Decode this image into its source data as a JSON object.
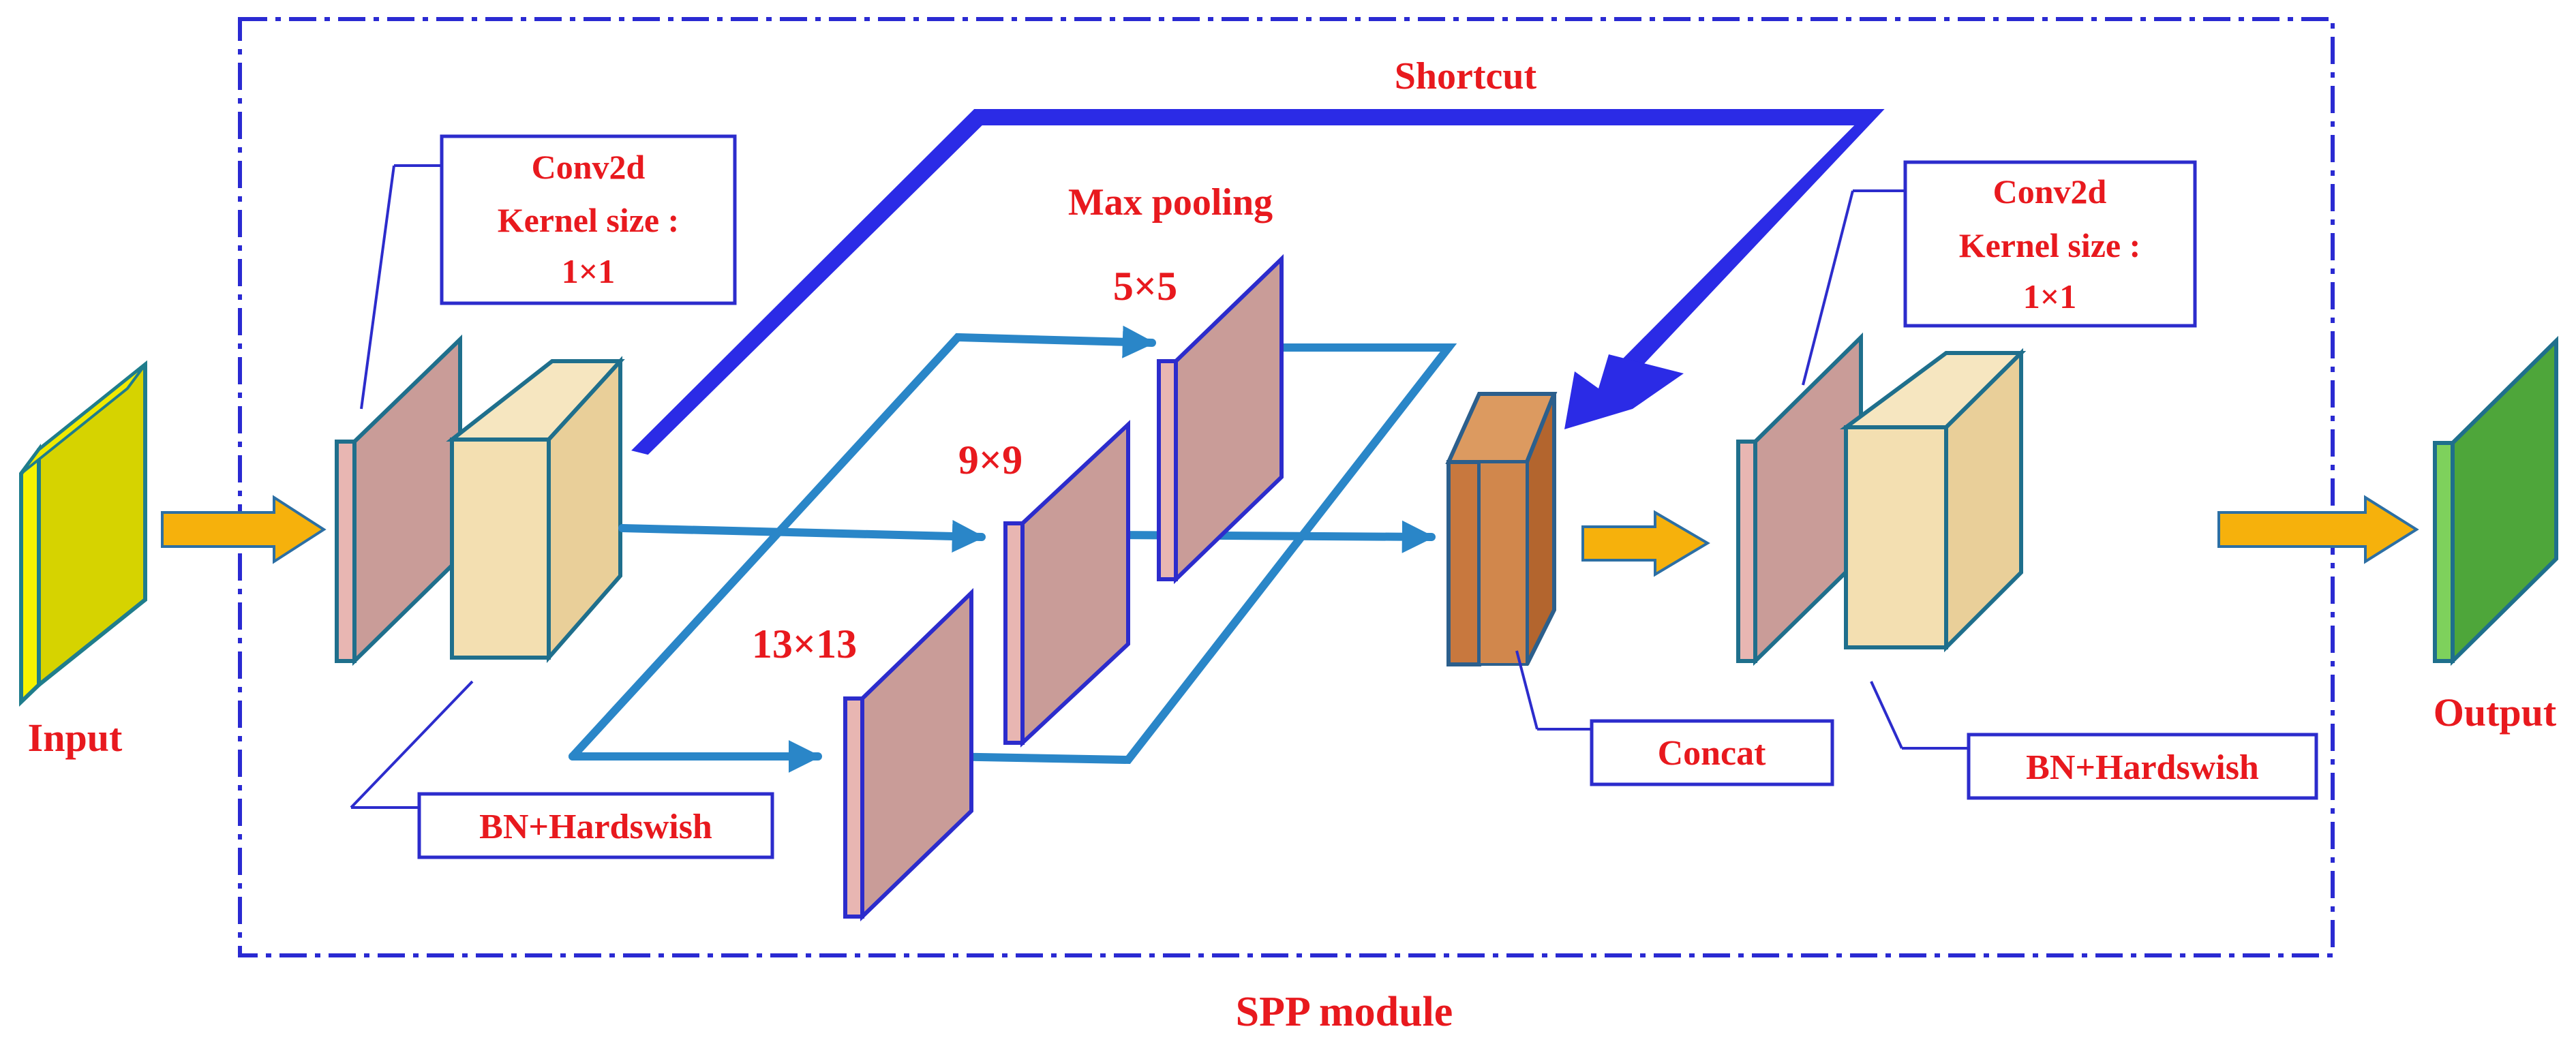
{
  "labels": {
    "input": "Input",
    "output": "Output",
    "shortcut": "Shortcut",
    "max_pooling": "Max pooling",
    "pool_5": "5×5",
    "pool_9": "9×9",
    "pool_13": "13×13",
    "spp_module": "SPP module"
  },
  "boxes": {
    "conv_left": [
      "Conv2d",
      "Kernel size :",
      "1×1"
    ],
    "conv_right": [
      "Conv2d",
      "Kernel size :",
      "1×1"
    ],
    "bn_left": "BN+Hardswish",
    "bn_right": "BN+Hardswish",
    "concat": "Concat"
  },
  "colors": {
    "label_red": "#e8191e",
    "box_border": "#2c2ccc",
    "dashed_frame": "#2a2ad2",
    "shortcut_arrow": "#2b2be6",
    "flow_arrow": "#2a86c8",
    "io_arrow": "#f6b10c",
    "input_block": "#d6d300",
    "output_block": "#4ea63a",
    "conv_block": "#c99c98",
    "bn_block": "#f3dfb1",
    "concat_block": "#c8783e"
  }
}
